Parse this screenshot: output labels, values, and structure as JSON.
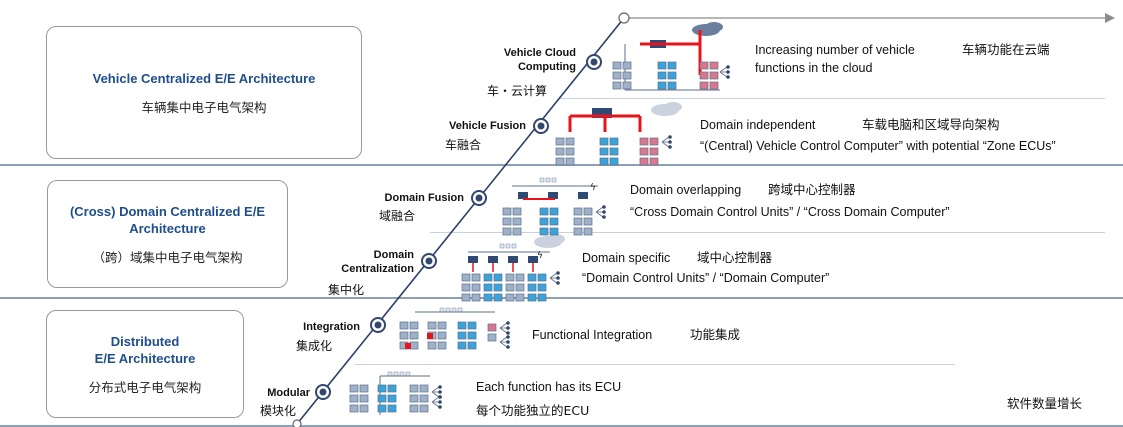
{
  "architectures": [
    {
      "en_line1": "Vehicle Centralized E/E Architecture",
      "en_line2": "",
      "cn": "车辆集中电子电气架构"
    },
    {
      "en_line1": "(Cross) Domain Centralized E/E",
      "en_line2": "Architecture",
      "cn": "（跨）域集中电子电气架构"
    },
    {
      "en_line1": "Distributed",
      "en_line2": "E/E Architecture",
      "cn": "分布式电子电气架构"
    }
  ],
  "stages": {
    "cloud": {
      "en": "Vehicle Cloud\nComputing",
      "cn": "车・云计算",
      "desc_en": "Increasing number of vehicle\nfunctions in the cloud",
      "desc_cn": "车辆功能在云端"
    },
    "fusion": {
      "en": "Vehicle Fusion",
      "cn": "车融合",
      "desc_en": "Domain independent",
      "desc_cn": "车载电脑和区域导向架构",
      "desc_en2": "“(Central) Vehicle Control Computer” with potential “Zone ECUs”"
    },
    "domain_fusion": {
      "en": "Domain Fusion",
      "cn": "域融合",
      "desc_en": "Domain overlapping",
      "desc_cn": "跨域中心控制器",
      "desc_en2": "“Cross Domain Control Units” / “Cross Domain Computer”"
    },
    "domain_central": {
      "en": "Domain\nCentralization",
      "cn": "集中化",
      "desc_en": "Domain specific",
      "desc_cn": "域中心控制器",
      "desc_en2": "“Domain Control Units” / “Domain Computer”"
    },
    "integration": {
      "en": "Integration",
      "cn": "集成化",
      "desc_en": "Functional Integration",
      "desc_cn": "功能集成"
    },
    "modular": {
      "en": "Modular",
      "cn": "模块化",
      "desc_en": "Each function has its ECU",
      "desc_cn": "每个功能独立的ECU"
    }
  },
  "axis_label": "软件数量增长",
  "colors": {
    "band_line": "#8f9fb6",
    "title_blue": "#1f4e8c",
    "ecu_blue": "#3aa3d9",
    "ecu_gray": "#9eb1c9",
    "ecu_pink": "#d9788c",
    "bus_red": "#e8141c",
    "cloud": "#6a7f9e"
  }
}
